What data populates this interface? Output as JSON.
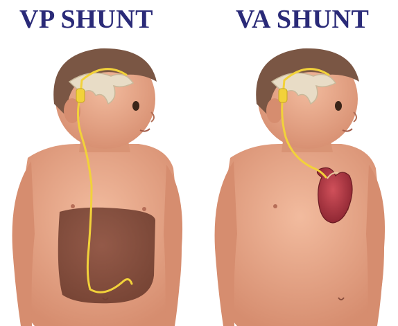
{
  "panels": [
    {
      "title": "VP SHUNT",
      "target_organ": "abdomen"
    },
    {
      "title": "VA SHUNT",
      "target_organ": "heart"
    }
  ],
  "colors": {
    "title": "#2a2a78",
    "skin": "#e9a88a",
    "skin_shadow": "#c9846a",
    "hair": "#7a5644",
    "shunt_catheter": "#f2d23a",
    "brain_ventricle": "#e8dcc6",
    "abdomen_cavity": "#7a4638",
    "heart": "#a8323a"
  },
  "icons": [
    "child-figure",
    "brain-ventricle-icon",
    "shunt-valve-icon",
    "abdomen-icon",
    "heart-icon"
  ]
}
